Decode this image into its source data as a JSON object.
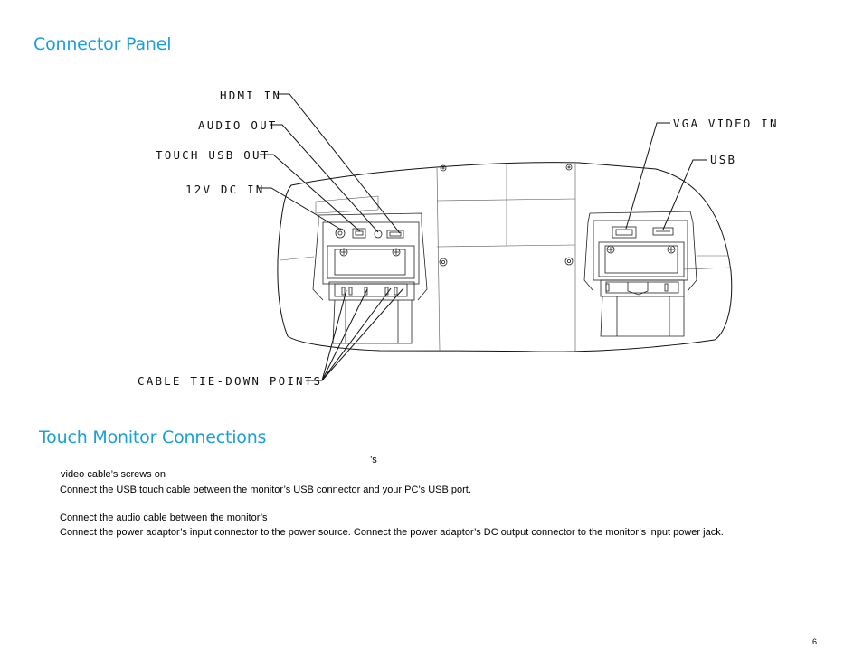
{
  "headings": {
    "connector_panel": "Connector Panel",
    "touch_connections": "Touch Monitor Connections"
  },
  "diagram": {
    "labels": {
      "hdmi_in": "HDMI IN",
      "audio_out": "AUDIO OUT",
      "touch_usb_out": "TOUCH USB OUT",
      "dc_in": "12V DC IN",
      "vga_video_in": "VGA VIDEO IN",
      "usb": "USB",
      "cable_tie_down": "CABLE TIE-DOWN POINTS"
    }
  },
  "connections": {
    "fragment_possessive": "’s",
    "fragment_screws": "video cable’s screws on",
    "step_usb": "Connect the USB touch cable between the monitor’s USB connector and your PC’s USB port.",
    "step_audio": "Connect the audio cable between the monitor’s",
    "step_power": "Connect the power adaptor’s input connector to the power source. Connect the power adaptor’s DC output connector to the monitor’s input power jack."
  },
  "page": {
    "number": "6"
  },
  "colors": {
    "heading": "#1aa0d8",
    "text": "#000000",
    "drawing": "#111111"
  }
}
